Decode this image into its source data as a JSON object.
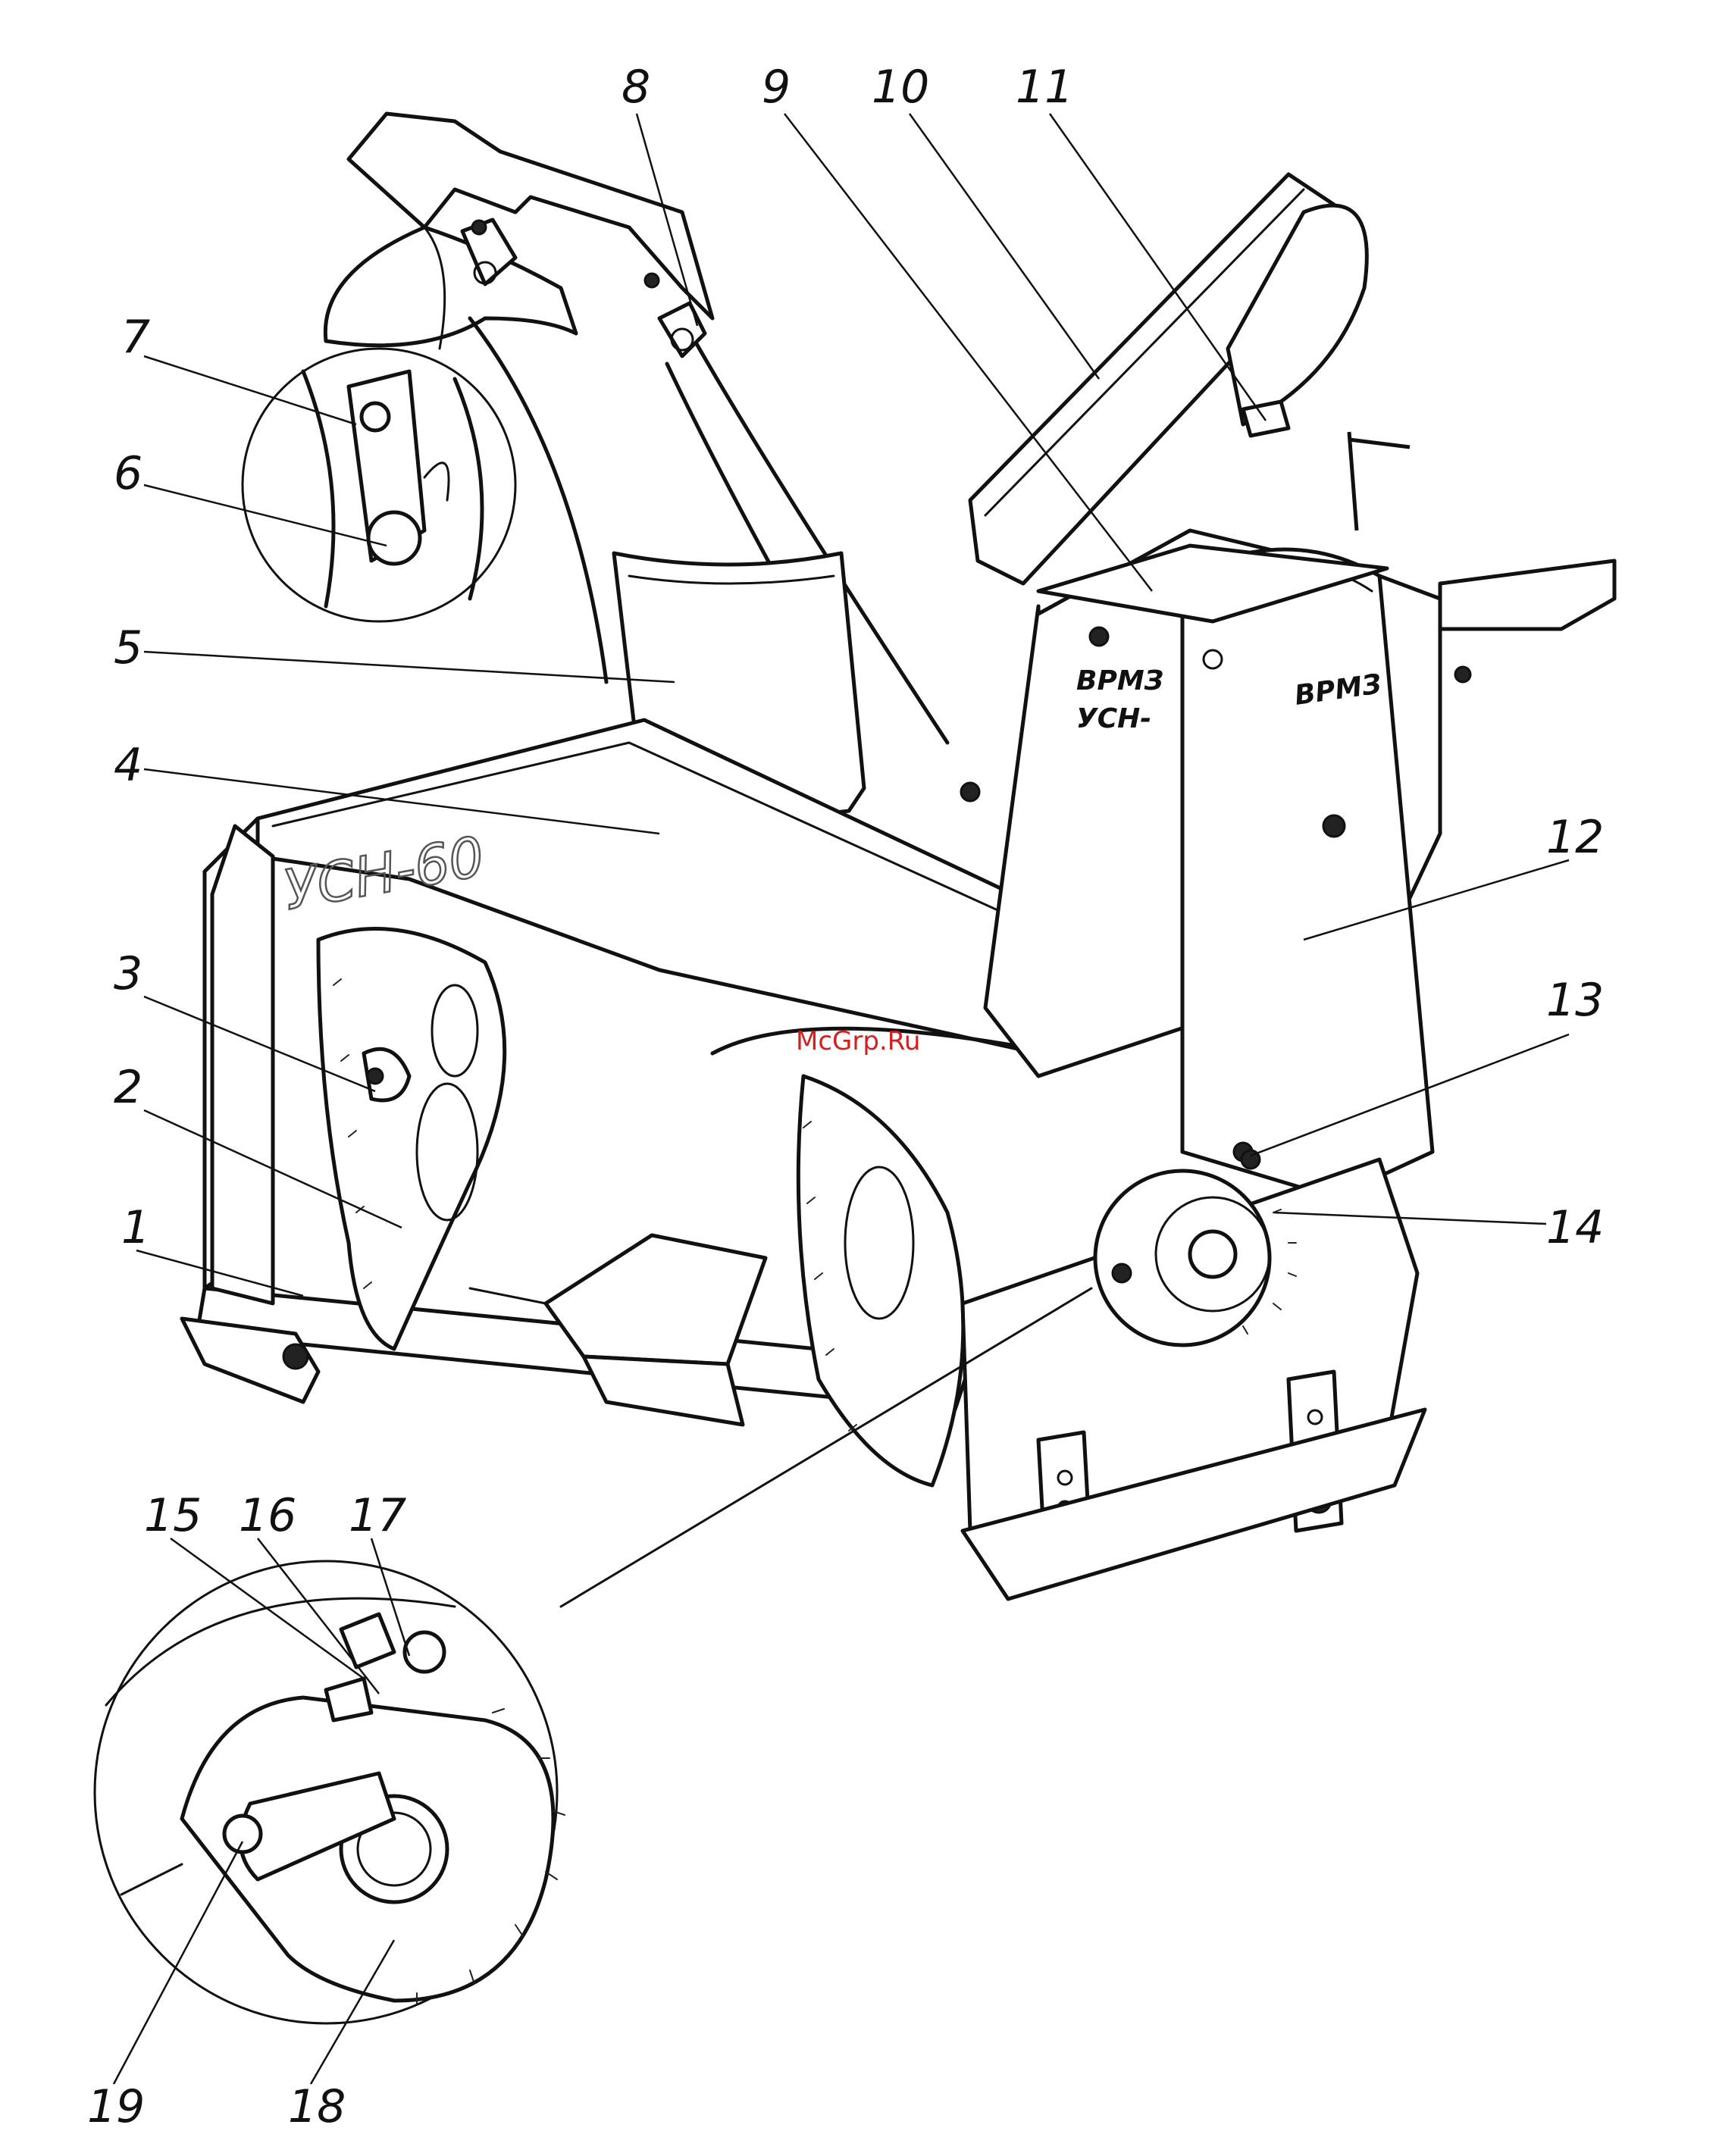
{
  "callouts": [
    "1",
    "2",
    "3",
    "4",
    "5",
    "6",
    "7",
    "8",
    "9",
    "10",
    "11",
    "12",
    "13",
    "14",
    "15",
    "16",
    "17",
    "18",
    "19"
  ],
  "emboss_text": "УСН-60",
  "brand_text": "ВРМЗ",
  "brand_short": "УСН-",
  "watermark": "McGrp.Ru"
}
